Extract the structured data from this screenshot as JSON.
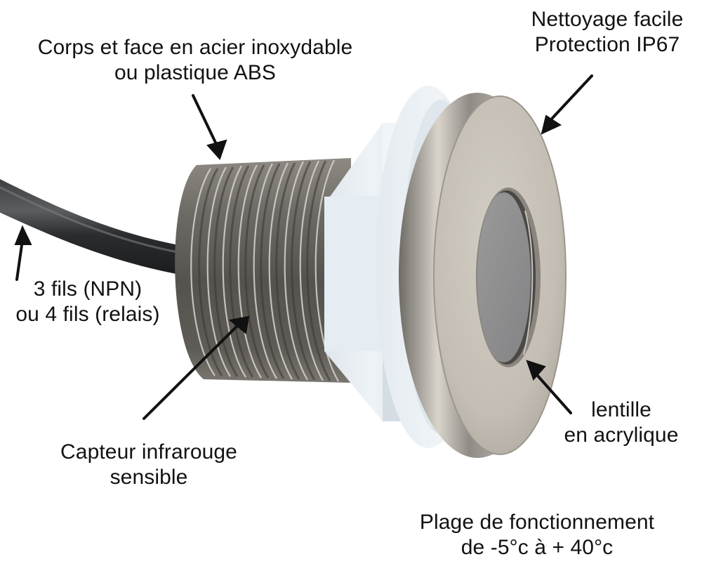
{
  "image": {
    "subject": "stainless steel infrared sensor with threaded body, white ABS nut and cable",
    "background_color": "#ffffff",
    "colors": {
      "steel_light": "#c8c2b8",
      "steel_mid": "#9b968e",
      "steel_dark": "#4e4c49",
      "nut_white": "#e8eef2",
      "nut_shadow": "#c9d3da",
      "lens_gray": "#8f8f90",
      "cable_black": "#26282a",
      "arrow_black": "#111111"
    }
  },
  "annotations": {
    "body_material": {
      "lines": [
        "Corps et face en acier inoxydable",
        "ou plastique ABS"
      ]
    },
    "cleaning": {
      "lines": [
        "Nettoyage facile",
        "Protection IP67"
      ]
    },
    "wires": {
      "lines": [
        "3 fils (NPN)",
        "ou 4 fils (relais)"
      ]
    },
    "sensor": {
      "lines": [
        "Capteur infrarouge",
        "sensible"
      ]
    },
    "lens": {
      "lines": [
        "lentille",
        "en acrylique"
      ]
    },
    "operating_range": {
      "lines": [
        "Plage de fonctionnement",
        "de -5°c à + 40°c"
      ]
    }
  }
}
